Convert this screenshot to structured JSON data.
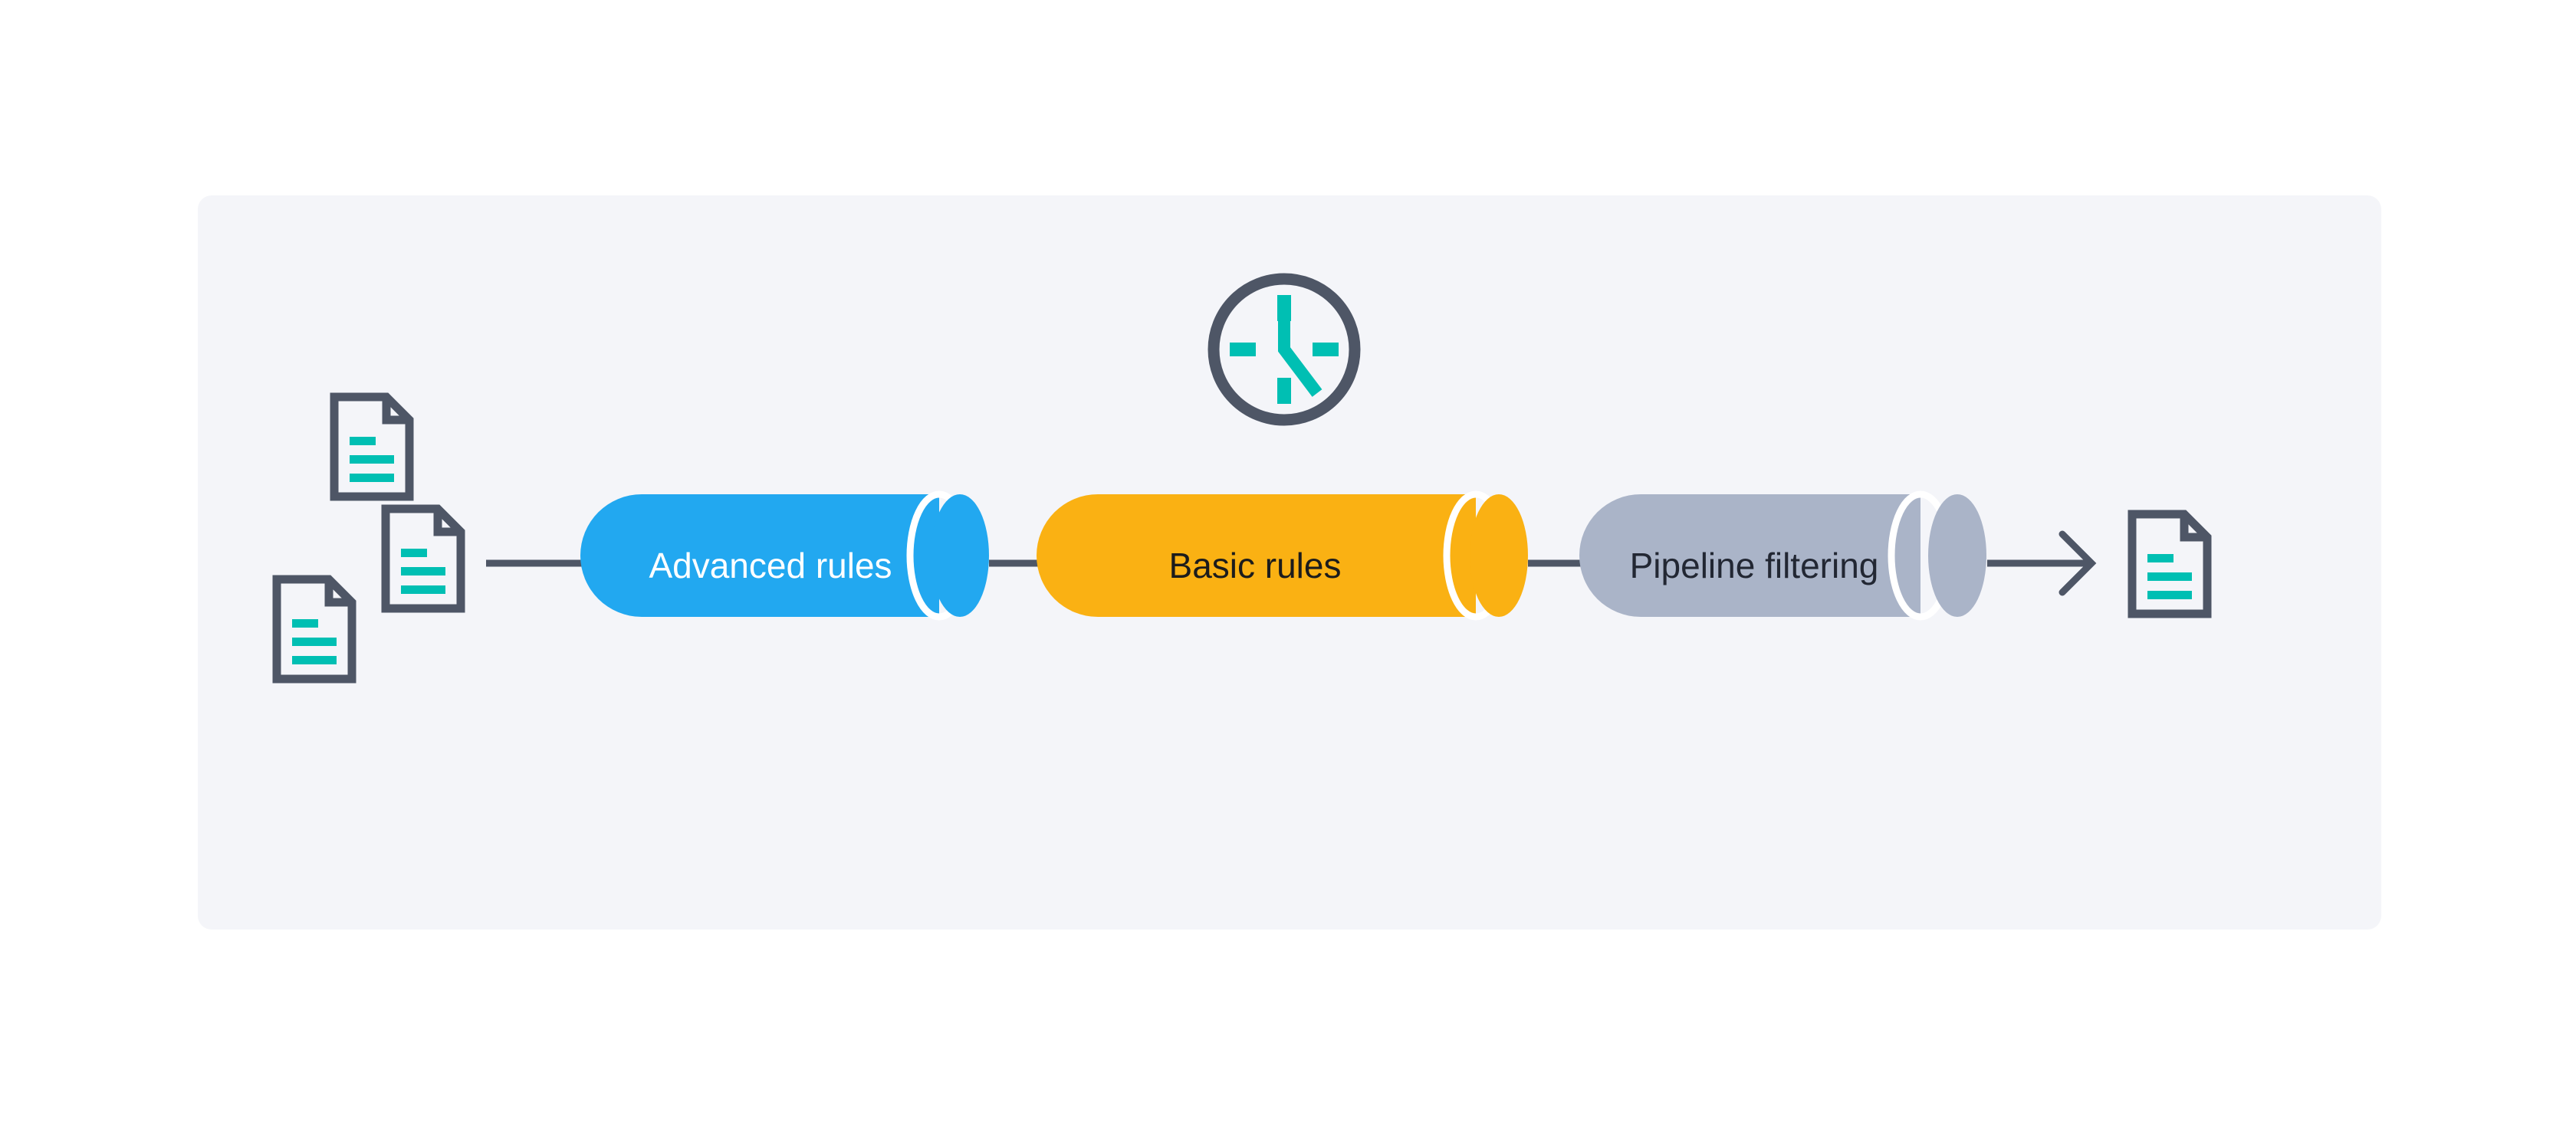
{
  "canvas": {
    "background_color": "#f4f5f9",
    "page_background_color": "#ffffff"
  },
  "palette": {
    "blue": "#22a8f0",
    "orange": "#fab113",
    "gray": "#aab4c8",
    "teal": "#00bfb3",
    "slate": "#4e5666",
    "white": "#ffffff",
    "text_dark": "#1c1c1c"
  },
  "diagram": {
    "type": "pipeline-flow",
    "title": "",
    "stages": [
      {
        "id": "advanced-rules",
        "label": "Advanced rules",
        "shape": "cylinder",
        "fill": "#22a8f0",
        "text_color": "#ffffff"
      },
      {
        "id": "basic-rules",
        "label": "Basic rules",
        "shape": "cylinder",
        "fill": "#fab113",
        "text_color": "#1c1c1c"
      },
      {
        "id": "pipeline-filtering",
        "label": "Pipeline filtering",
        "shape": "cylinder",
        "fill": "#aab4c8",
        "text_color": "#222733"
      }
    ],
    "inputs": {
      "icon": "document-icon",
      "count": 3,
      "line_color": "#00bfb3",
      "outline_color": "#4e5666"
    },
    "output": {
      "icon": "document-icon",
      "count": 1,
      "line_color": "#00bfb3",
      "outline_color": "#4e5666"
    },
    "annotation": {
      "icon": "clock-icon",
      "ring_color": "#4e5666",
      "hand_color": "#00bfb3",
      "hour_marks": 4
    },
    "connectors": {
      "color": "#4e5666",
      "count": 4,
      "arrow_head": "open-chevron"
    }
  }
}
